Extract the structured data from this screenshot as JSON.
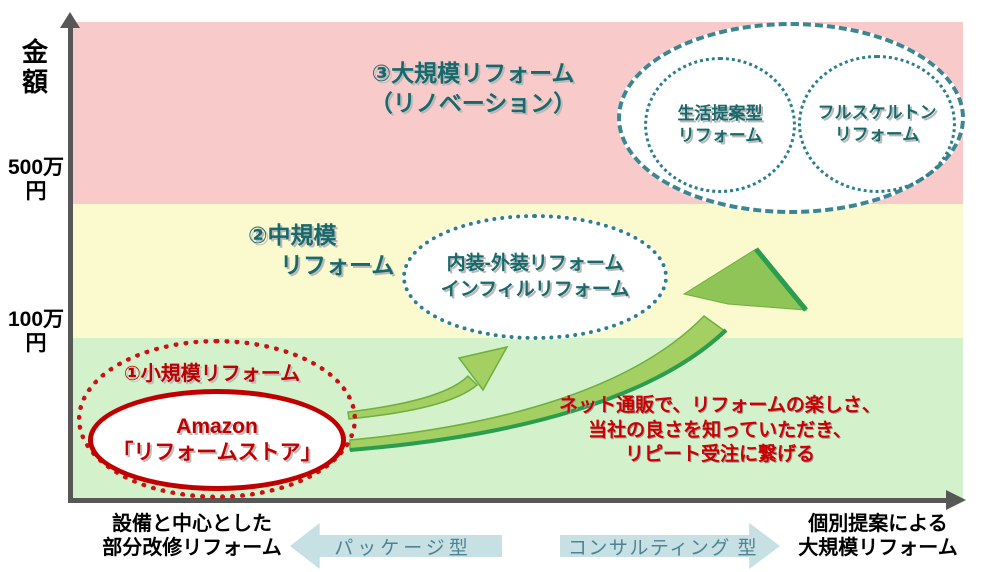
{
  "y_axis": {
    "label": "金額",
    "tick_500": "500万円",
    "tick_100": "100万円"
  },
  "zones": {
    "zone3": {
      "title_line1": "③大規模リフォーム",
      "title_line2": "（リノベーション）",
      "bubbles": [
        {
          "line1": "生活提案型",
          "line2": "リフォーム"
        },
        {
          "line1": "フルスケルトン",
          "line2": "リフォーム"
        }
      ]
    },
    "zone2": {
      "title_line1": "②中規模",
      "title_line2": "リフォーム",
      "bubble": {
        "line1": "内装-外装リフォーム",
        "line2": "インフィルリフォーム"
      }
    },
    "zone1": {
      "title": "①小規模リフォーム",
      "bubble": {
        "line1": "Amazon",
        "line2": "「リフォームストア」"
      }
    }
  },
  "message": {
    "line1": "ネット通販で、リフォームの楽しさ、",
    "line2": "当社の良さを知っていただき、",
    "line3": "リピート受注に繋げる"
  },
  "x_axis": {
    "left_label_line1": "設備と中心とした",
    "left_label_line2": "部分改修リフォーム",
    "right_label_line1": "個別提案による",
    "right_label_line2": "大規模リフォーム",
    "package_arrow_label": "パッケージ型",
    "consulting_arrow_label": "コンサルティング 型"
  },
  "colors": {
    "band_large": "#f9caca",
    "band_medium": "#fbfacf",
    "band_small": "#d3f2cc",
    "teal_text": "#17696c",
    "teal_border": "#3b8691",
    "red": "#c00000",
    "axis_gray": "#575757",
    "arrow_green_light": "#a3cf63",
    "arrow_green_dark": "#2a9d4e",
    "bottom_arrow_blue": "#c6e0e4"
  }
}
